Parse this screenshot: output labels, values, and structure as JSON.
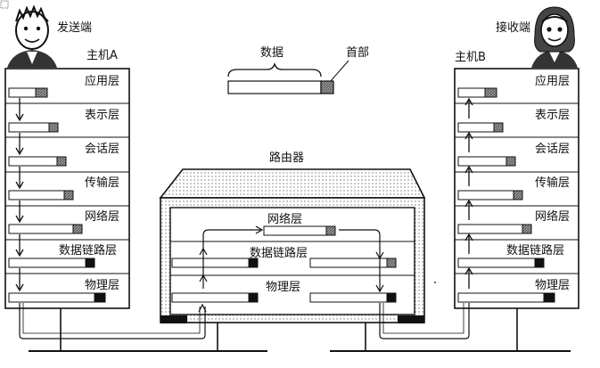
{
  "sender": {
    "role": "发送端",
    "host": "主机A"
  },
  "receiver": {
    "role": "接收端",
    "host": "主机B"
  },
  "layers": [
    "应用层",
    "表示层",
    "会话层",
    "传输层",
    "网络层",
    "数据链路层",
    "物理层"
  ],
  "packet": {
    "data_label": "数据",
    "header_label": "首部"
  },
  "router": {
    "title": "路由器",
    "layers": [
      "网络层",
      "数据链路层",
      "物理层"
    ]
  },
  "colors": {
    "stroke": "#111111",
    "header_fill": "#8a8a8a",
    "dark_fill": "#111111",
    "arrow_fill": "#c8c8c8"
  }
}
